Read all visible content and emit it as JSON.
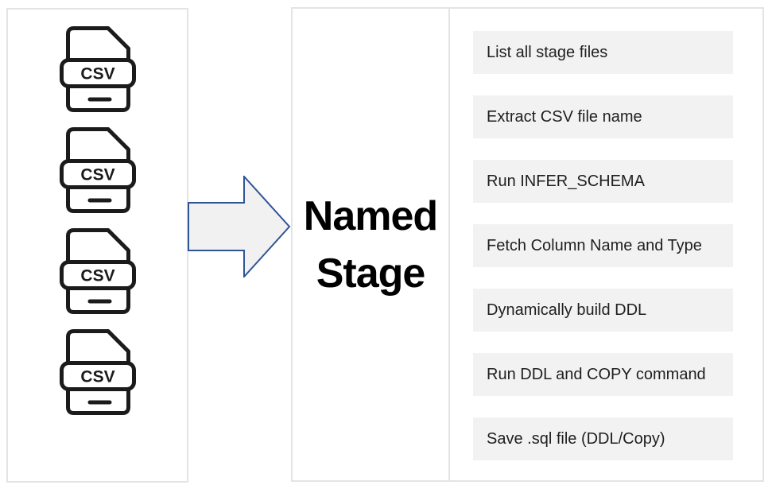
{
  "left_panel": {
    "file_icons": [
      {
        "label": "CSV"
      },
      {
        "label": "CSV"
      },
      {
        "label": "CSV"
      },
      {
        "label": "CSV"
      }
    ]
  },
  "arrow": {
    "direction": "right"
  },
  "middle_panel": {
    "title_line1": "Named",
    "title_line2": "Stage"
  },
  "right_panel": {
    "steps": [
      "List all stage files",
      "Extract CSV file name",
      "Run INFER_SCHEMA",
      "Fetch Column Name and Type",
      "Dynamically build DDL",
      "Run DDL and COPY command",
      "Save .sql file (DDL/Copy)"
    ]
  },
  "colors": {
    "panel_border": "#e4e4e4",
    "step_box_bg": "#f2f2f2",
    "arrow_border": "#2f5496",
    "arrow_fill": "#f1f1f2",
    "icon_stroke": "#1b1b1b",
    "text": "#1f1f1f"
  }
}
